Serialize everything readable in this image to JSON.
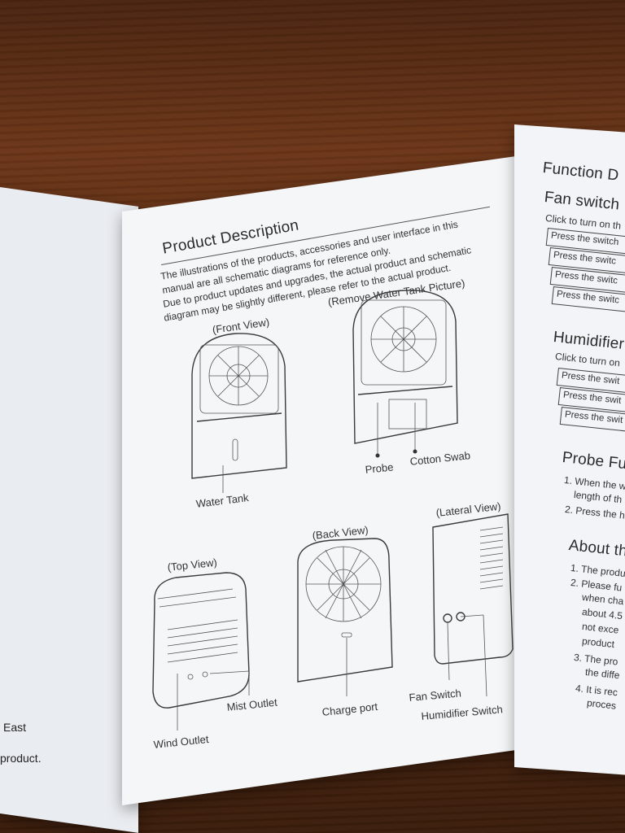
{
  "left_panel": {
    "line1": "East",
    "line2": "product."
  },
  "main_panel": {
    "title": "Product Description",
    "paragraph": [
      "The illustrations of the products, accessories and user interface in this",
      "manual are all schematic diagrams for reference only.",
      "Due to product updates and upgrades, the actual product and schematic",
      "diagram may be slightly different, please refer to the actual product."
    ],
    "views": {
      "front": "(Front View)",
      "remove_tank": "(Remove Water Tank Picture)",
      "top": "(Top View)",
      "back": "(Back View)",
      "lateral": "(Lateral View)"
    },
    "labels": {
      "water_tank": "Water Tank",
      "probe": "Probe",
      "cotton_swab": "Cotton Swab",
      "wind_outlet": "Wind Outlet",
      "mist_outlet": "Mist Outlet",
      "charge_port": "Charge port",
      "fan_switch": "Fan Switch",
      "humidifier_switch": "Humidifier Switch"
    }
  },
  "right_panel": {
    "title": "Function D",
    "fan_heading": "Fan switch",
    "fan_intro": "Click to turn on th",
    "fan_rows": [
      "Press the switch",
      "Press the switc",
      "Press the switc",
      "Press the switc"
    ],
    "humid_heading": "Humidifier",
    "humid_intro": "Click to turn on",
    "humid_rows": [
      "Press the swit",
      "Press the swit",
      "Press the swit"
    ],
    "probe_heading": "Probe Fu",
    "probe_lines": [
      "1. When the w",
      "length of th",
      "2. Press the h"
    ],
    "about_heading": "About th",
    "about_lines": [
      "1. The produ",
      "2. Please fu",
      "when cha",
      "about 4.5",
      "not exce",
      "product",
      "3. The pro",
      "the diffe",
      "4. It is rec",
      "proces"
    ]
  }
}
